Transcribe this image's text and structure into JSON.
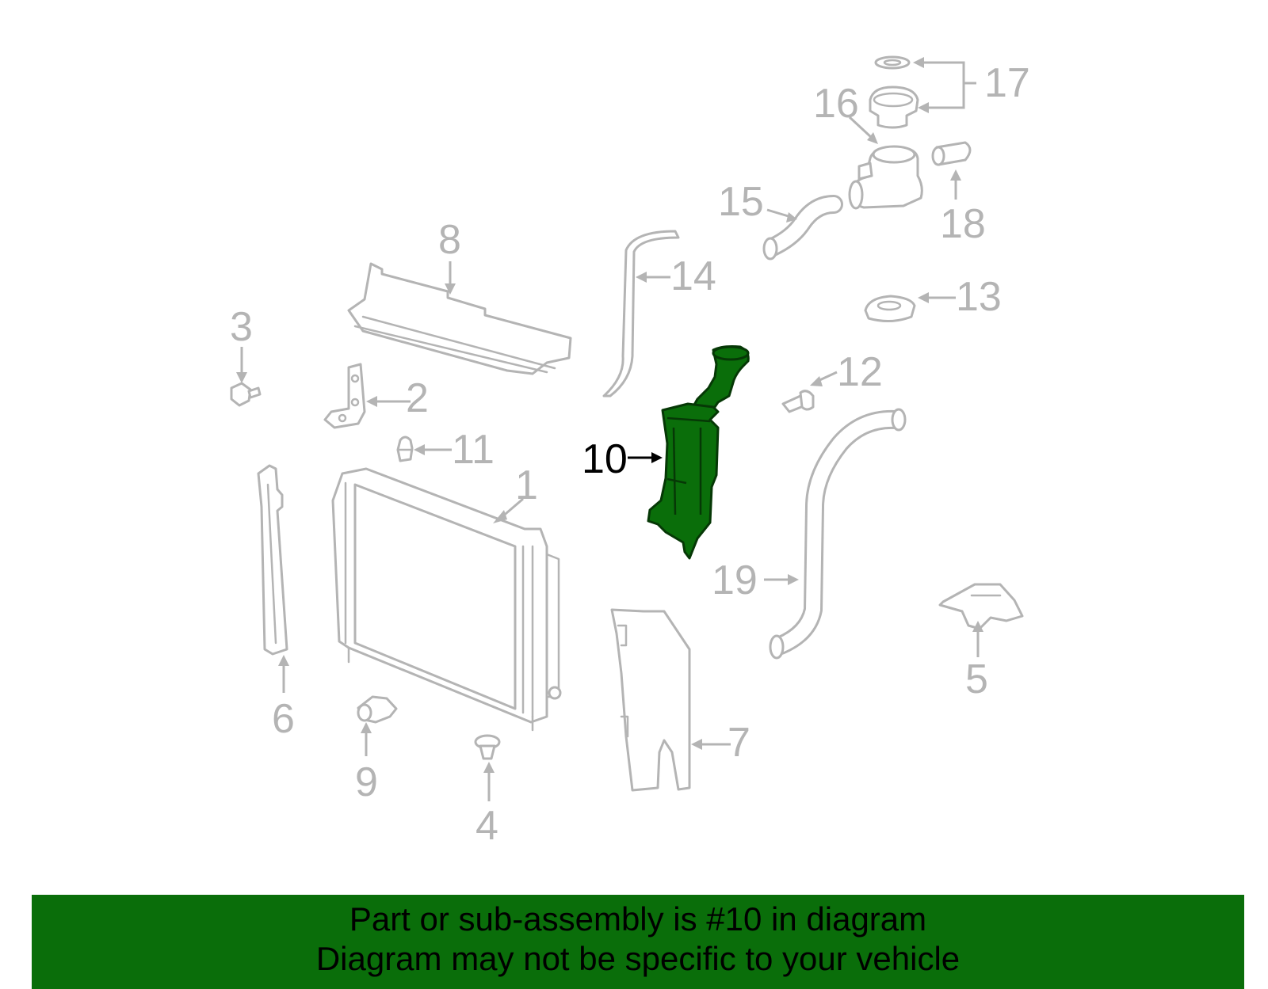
{
  "callouts": [
    {
      "id": "1",
      "label": "1"
    },
    {
      "id": "2",
      "label": "2"
    },
    {
      "id": "3",
      "label": "3"
    },
    {
      "id": "4",
      "label": "4"
    },
    {
      "id": "5",
      "label": "5"
    },
    {
      "id": "6",
      "label": "6"
    },
    {
      "id": "7",
      "label": "7"
    },
    {
      "id": "8",
      "label": "8"
    },
    {
      "id": "9",
      "label": "9"
    },
    {
      "id": "10",
      "label": "10"
    },
    {
      "id": "11",
      "label": "11"
    },
    {
      "id": "12",
      "label": "12"
    },
    {
      "id": "13",
      "label": "13"
    },
    {
      "id": "14",
      "label": "14"
    },
    {
      "id": "15",
      "label": "15"
    },
    {
      "id": "16",
      "label": "16"
    },
    {
      "id": "17",
      "label": "17"
    },
    {
      "id": "18",
      "label": "18"
    },
    {
      "id": "19",
      "label": "19"
    }
  ],
  "highlighted_part": "10",
  "colors": {
    "highlight": "#0a6e0a",
    "part_outline": "#b4b4b4",
    "banner": "#0a6e0a"
  },
  "banner": {
    "line1": "Part or sub-assembly is #10 in diagram",
    "line2": "Diagram may not be specific to your vehicle"
  }
}
